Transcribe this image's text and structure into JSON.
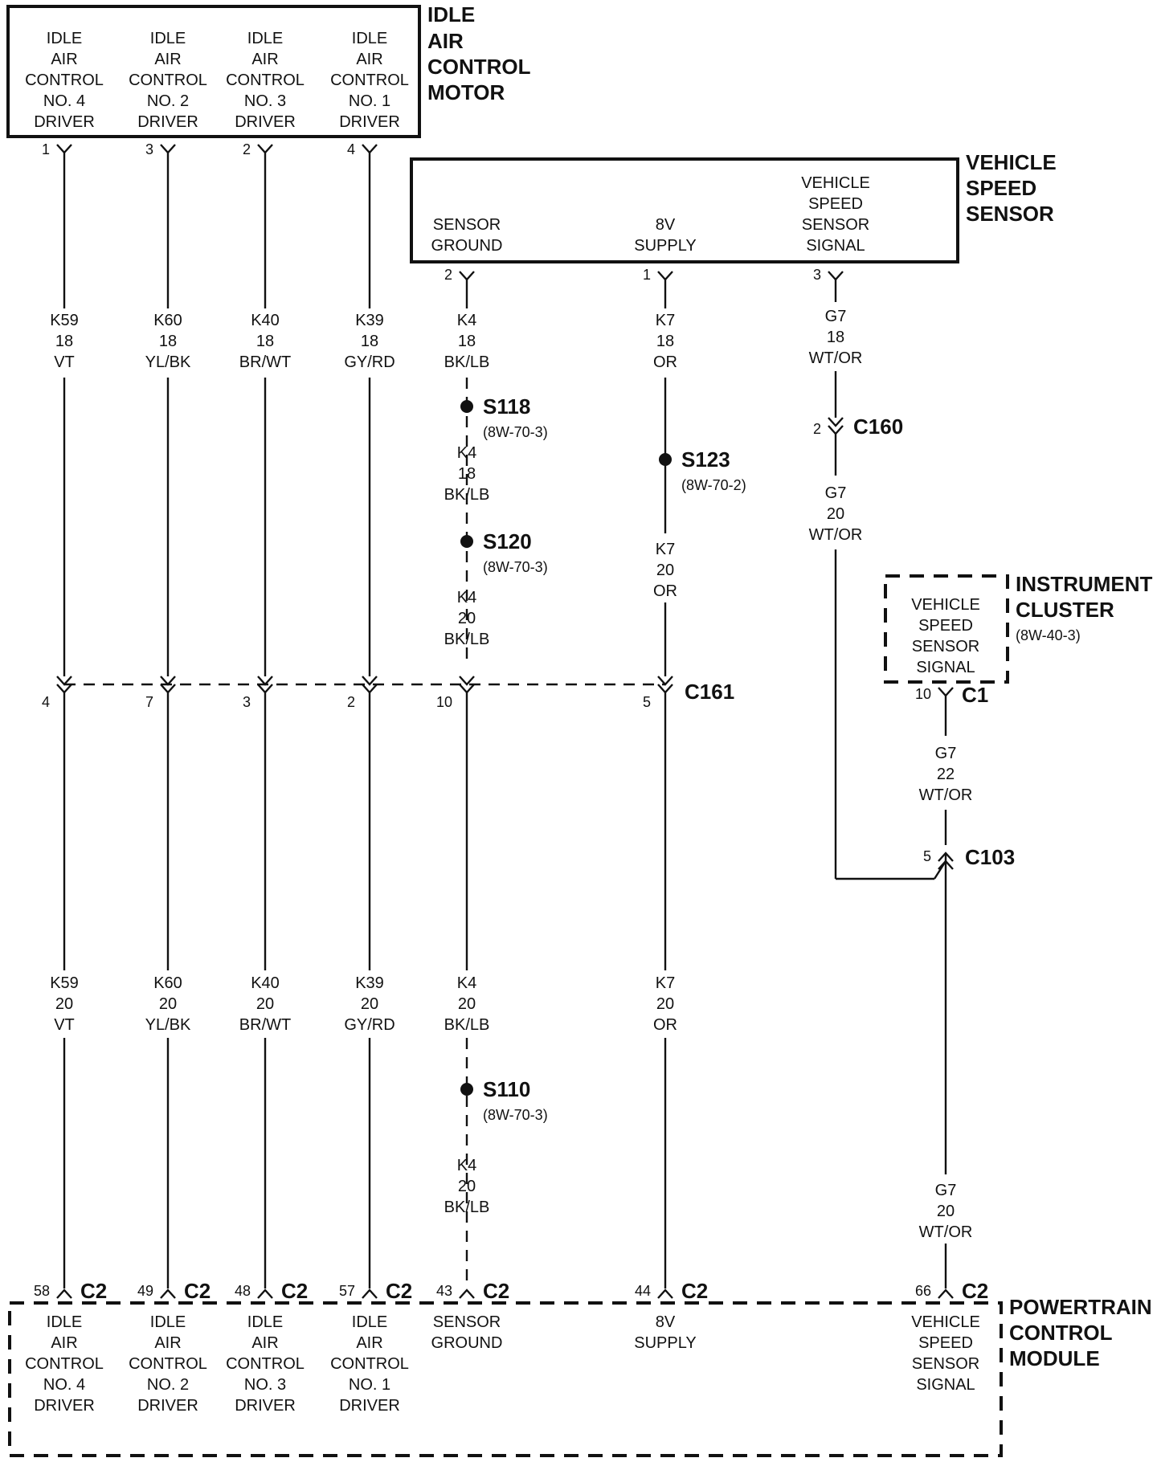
{
  "components": {
    "iac_motor": {
      "title": [
        "IDLE",
        "AIR",
        "CONTROL",
        "MOTOR"
      ],
      "pins": [
        {
          "lines": [
            "IDLE",
            "AIR",
            "CONTROL",
            "NO. 4",
            "DRIVER"
          ],
          "num": "1"
        },
        {
          "lines": [
            "IDLE",
            "AIR",
            "CONTROL",
            "NO. 2",
            "DRIVER"
          ],
          "num": "3"
        },
        {
          "lines": [
            "IDLE",
            "AIR",
            "CONTROL",
            "NO. 3",
            "DRIVER"
          ],
          "num": "2"
        },
        {
          "lines": [
            "IDLE",
            "AIR",
            "CONTROL",
            "NO. 1",
            "DRIVER"
          ],
          "num": "4"
        }
      ]
    },
    "vss": {
      "title": [
        "VEHICLE",
        "SPEED",
        "SENSOR"
      ],
      "pins": [
        {
          "lines": [
            "SENSOR",
            "GROUND"
          ],
          "num": "2"
        },
        {
          "lines": [
            "8V",
            "SUPPLY"
          ],
          "num": "1"
        },
        {
          "lines": [
            "VEHICLE",
            "SPEED",
            "SENSOR",
            "SIGNAL"
          ],
          "num": "3"
        }
      ]
    },
    "cluster": {
      "title": [
        "INSTRUMENT",
        "CLUSTER"
      ],
      "ref": "(8W-40-3)",
      "lines": [
        "VEHICLE",
        "SPEED",
        "SENSOR",
        "SIGNAL"
      ],
      "pin_num": "10",
      "connector": "C1"
    },
    "pcm": {
      "title": [
        "POWERTRAIN",
        "CONTROL",
        "MODULE"
      ],
      "connector": "C2",
      "pins": [
        {
          "num": "58",
          "lines": [
            "IDLE",
            "AIR",
            "CONTROL",
            "NO. 4",
            "DRIVER"
          ]
        },
        {
          "num": "49",
          "lines": [
            "IDLE",
            "AIR",
            "CONTROL",
            "NO. 2",
            "DRIVER"
          ]
        },
        {
          "num": "48",
          "lines": [
            "IDLE",
            "AIR",
            "CONTROL",
            "NO. 3",
            "DRIVER"
          ]
        },
        {
          "num": "57",
          "lines": [
            "IDLE",
            "AIR",
            "CONTROL",
            "NO. 1",
            "DRIVER"
          ]
        },
        {
          "num": "43",
          "lines": [
            "SENSOR",
            "GROUND"
          ]
        },
        {
          "num": "44",
          "lines": [
            "8V",
            "SUPPLY"
          ]
        },
        {
          "num": "66",
          "lines": [
            "VEHICLE",
            "SPEED",
            "SENSOR",
            "SIGNAL"
          ]
        }
      ]
    }
  },
  "wires": {
    "upper": [
      [
        "K59",
        "18",
        "VT"
      ],
      [
        "K60",
        "18",
        "YL/BK"
      ],
      [
        "K40",
        "18",
        "BR/WT"
      ],
      [
        "K39",
        "18",
        "GY/RD"
      ],
      [
        "K4",
        "18",
        "BK/LB"
      ],
      [
        "K7",
        "18",
        "OR"
      ],
      [
        "G7",
        "18",
        "WT/OR"
      ]
    ],
    "lower": [
      [
        "K59",
        "20",
        "VT"
      ],
      [
        "K60",
        "20",
        "YL/BK"
      ],
      [
        "K40",
        "20",
        "BR/WT"
      ],
      [
        "K39",
        "20",
        "GY/RD"
      ],
      [
        "K4",
        "20",
        "BK/LB"
      ],
      [
        "K7",
        "20",
        "OR"
      ]
    ],
    "k4_mid1": [
      "K4",
      "18",
      "BK/LB"
    ],
    "k4_mid2": [
      "K4",
      "20",
      "BK/LB"
    ],
    "k4_bottom": [
      "K4",
      "20",
      "BK/LB"
    ],
    "k7_mid": [
      "K7",
      "20",
      "OR"
    ],
    "g7_after_c160": [
      "G7",
      "20",
      "WT/OR"
    ],
    "g7_cluster": [
      "G7",
      "22",
      "WT/OR"
    ],
    "g7_pcm": [
      "G7",
      "20",
      "WT/OR"
    ]
  },
  "splices": [
    {
      "name": "S118",
      "ref": "(8W-70-3)"
    },
    {
      "name": "S120",
      "ref": "(8W-70-3)"
    },
    {
      "name": "S123",
      "ref": "(8W-70-2)"
    },
    {
      "name": "S110",
      "ref": "(8W-70-3)"
    }
  ],
  "connectors": {
    "c161": {
      "name": "C161",
      "pins": [
        "4",
        "7",
        "3",
        "2",
        "10",
        "5"
      ]
    },
    "c160": {
      "name": "C160",
      "pin": "2"
    },
    "c103": {
      "name": "C103",
      "pin": "5"
    }
  }
}
